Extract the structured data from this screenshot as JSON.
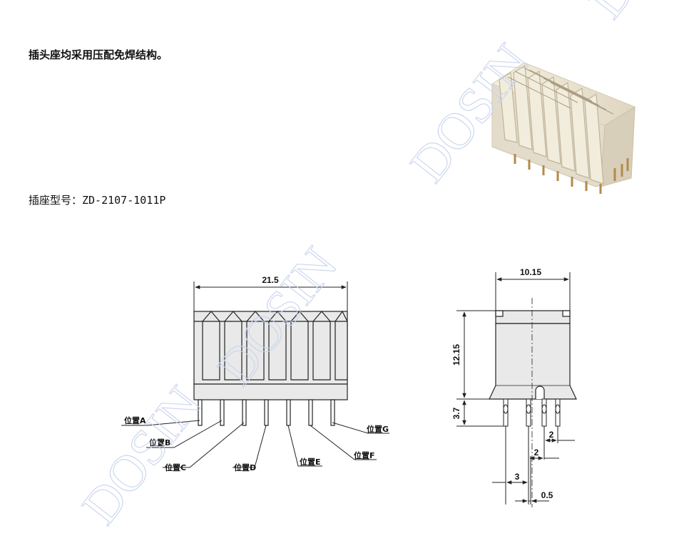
{
  "text": {
    "intro": "插头座均采用压配免焊结构。",
    "model": "插座型号：ZD-2107-1011P"
  },
  "watermark": "DOSIN",
  "front_view": {
    "width_dim": "21.5",
    "positions": [
      "位置A",
      "位置B",
      "位置C",
      "位置D",
      "位置E",
      "位置F",
      "位置G"
    ]
  },
  "side_view": {
    "width_dim": "10.15",
    "height_dim": "12.15",
    "pin_dim": "3.7",
    "pitch_dim_1": "2",
    "pitch_dim_2": "2",
    "offset_dim": "3",
    "pin_width_dim": "0.5"
  },
  "colors": {
    "body": "#e9e9e9",
    "line": "#222222",
    "pin": "#c9a266",
    "iso_body": "#ece6d8",
    "watermark": "#c7d3ec"
  }
}
